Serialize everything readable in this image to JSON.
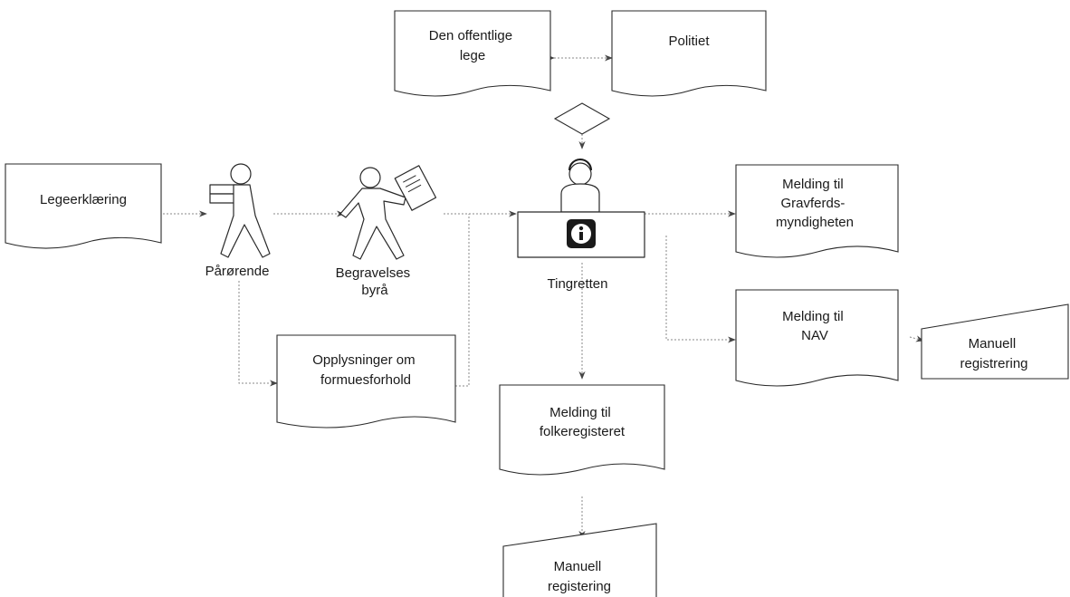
{
  "nodes": {
    "den_offentlige_lege": {
      "lines": [
        "Den offentlige",
        "lege"
      ]
    },
    "politiet": {
      "lines": [
        "Politiet"
      ]
    },
    "legeerklaering": {
      "lines": [
        "Legeerklæring"
      ]
    },
    "parorende": {
      "lines": [
        "Pårørende"
      ]
    },
    "begravelsesbyra": {
      "lines": [
        "Begravelses",
        "byrå"
      ]
    },
    "tingretten": {
      "lines": [
        "Tingretten"
      ]
    },
    "melding_gravferd": {
      "lines": [
        "Melding til",
        "Gravferds-",
        "myndigheten"
      ]
    },
    "melding_nav": {
      "lines": [
        "Melding til",
        "NAV"
      ]
    },
    "manuell_registrering": {
      "lines": [
        "Manuell",
        "registrering"
      ]
    },
    "opplysninger": {
      "lines": [
        "Opplysninger om",
        "formuesforhold"
      ]
    },
    "melding_folkeregisteret": {
      "lines": [
        "Melding til",
        "folkeregisteret"
      ]
    },
    "manuell_registering": {
      "lines": [
        "Manuell",
        "registering"
      ]
    }
  },
  "icons": {
    "info": "info-icon",
    "decision": "decision-diamond-icon",
    "person_with_package": "person-carrying-box-icon",
    "person_with_letter": "person-carrying-letter-icon",
    "receptionist": "receptionist-desk-icon"
  }
}
